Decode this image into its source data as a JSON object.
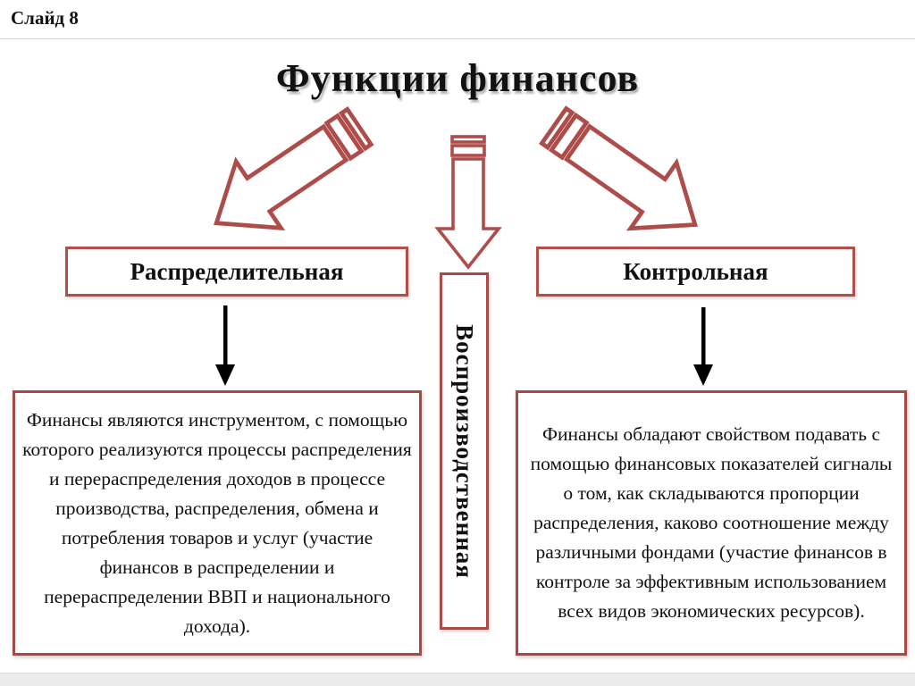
{
  "slide": {
    "slide_label": "Слайд 8",
    "title": "Функции финансов"
  },
  "colors": {
    "arrow_red": "#ae4c49",
    "box_border_red": "#a84744",
    "black_arrow": "#000000",
    "page_edge_gray": "#d6d6d6",
    "bottom_band_gray": "#ebebeb"
  },
  "functions": {
    "distributive": {
      "label": "Распределительная",
      "description": "Финансы являются инструментом, с помощью которого реализуются процессы распределения и перераспределения доходов в процессе производства, распределения, обмена и потребления товаров и услуг (участие финансов в распределении и перераспределении ВВП и национального дохода)."
    },
    "reproductive": {
      "label": "Воспроизводственная"
    },
    "control": {
      "label": "Контрольная",
      "description": "Финансы обладают свойством подавать с помощью финансовых показателей сигналы о том, как складываются пропорции распределения, каково соотношение между различными фондами (участие финансов в контроле за эффективным использованием всех видов экономических ресурсов)."
    }
  },
  "icons": {
    "left_arrow": "striped-arrow-down-left",
    "center_arrow": "striped-arrow-down",
    "right_arrow": "striped-arrow-down-right",
    "left_connector": "solid-arrow-down",
    "right_connector": "solid-arrow-down"
  }
}
